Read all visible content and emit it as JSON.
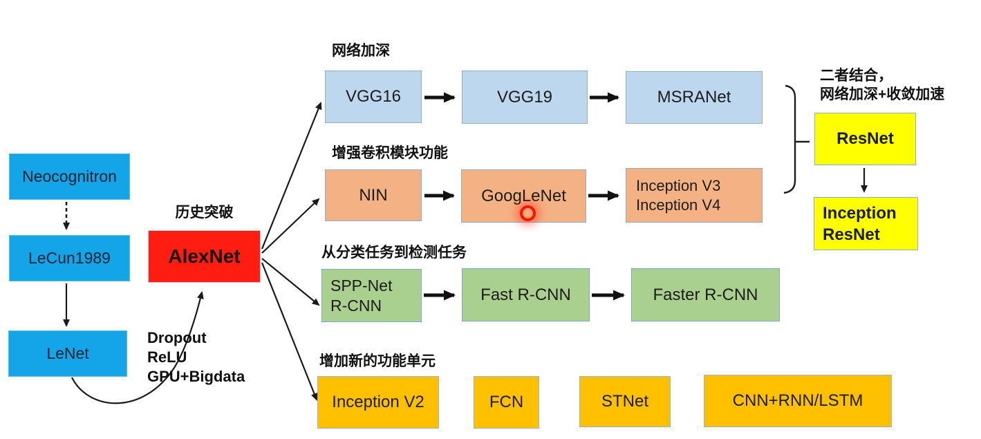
{
  "colors": {
    "bright_blue": "#14A5E9",
    "light_blue": "#BDD7EE",
    "orange": "#F4B183",
    "green": "#A9D08E",
    "amber": "#FFC000",
    "yellow": "#FFFF00",
    "red": "#FE1D10",
    "box_border": "#8FAECC",
    "arrow": "#1A1A1A",
    "click_ring": "#F61500"
  },
  "left_chain": {
    "neocognitron": "Neocognitron",
    "lecun": "LeCun1989",
    "lenet": "LeNet"
  },
  "alexnet": {
    "caption": "历史突破",
    "label": "AlexNet",
    "technique_1": "Dropout",
    "technique_2": "ReLU",
    "technique_3": "GPU+Bigdata"
  },
  "branch_deepen": {
    "title": "网络加深",
    "vgg16": "VGG16",
    "vgg19": "VGG19",
    "msranet": "MSRANet"
  },
  "branch_conv_module": {
    "title": "增强卷积模块功能",
    "nin": "NIN",
    "googlenet": "GoogLeNet",
    "inception_line1": "Inception V3",
    "inception_line2": "Inception V4"
  },
  "branch_detection": {
    "title": "从分类任务到检测任务",
    "sppnet_line1": "SPP-Net",
    "sppnet_line2": "R-CNN",
    "fast_rcnn": "Fast R-CNN",
    "faster_rcnn": "Faster R-CNN"
  },
  "branch_new_units": {
    "title": "增加新的功能单元",
    "inception_v2": "Inception V2",
    "fcn": "FCN",
    "stnet": "STNet",
    "cnn_rnn": "CNN+RNN/LSTM"
  },
  "combine": {
    "caption_line1": "二者结合，",
    "caption_line2": "网络加深+收敛加速",
    "resnet": "ResNet",
    "inception_resnet_line1": "Inception",
    "inception_resnet_line2": "ResNet"
  }
}
